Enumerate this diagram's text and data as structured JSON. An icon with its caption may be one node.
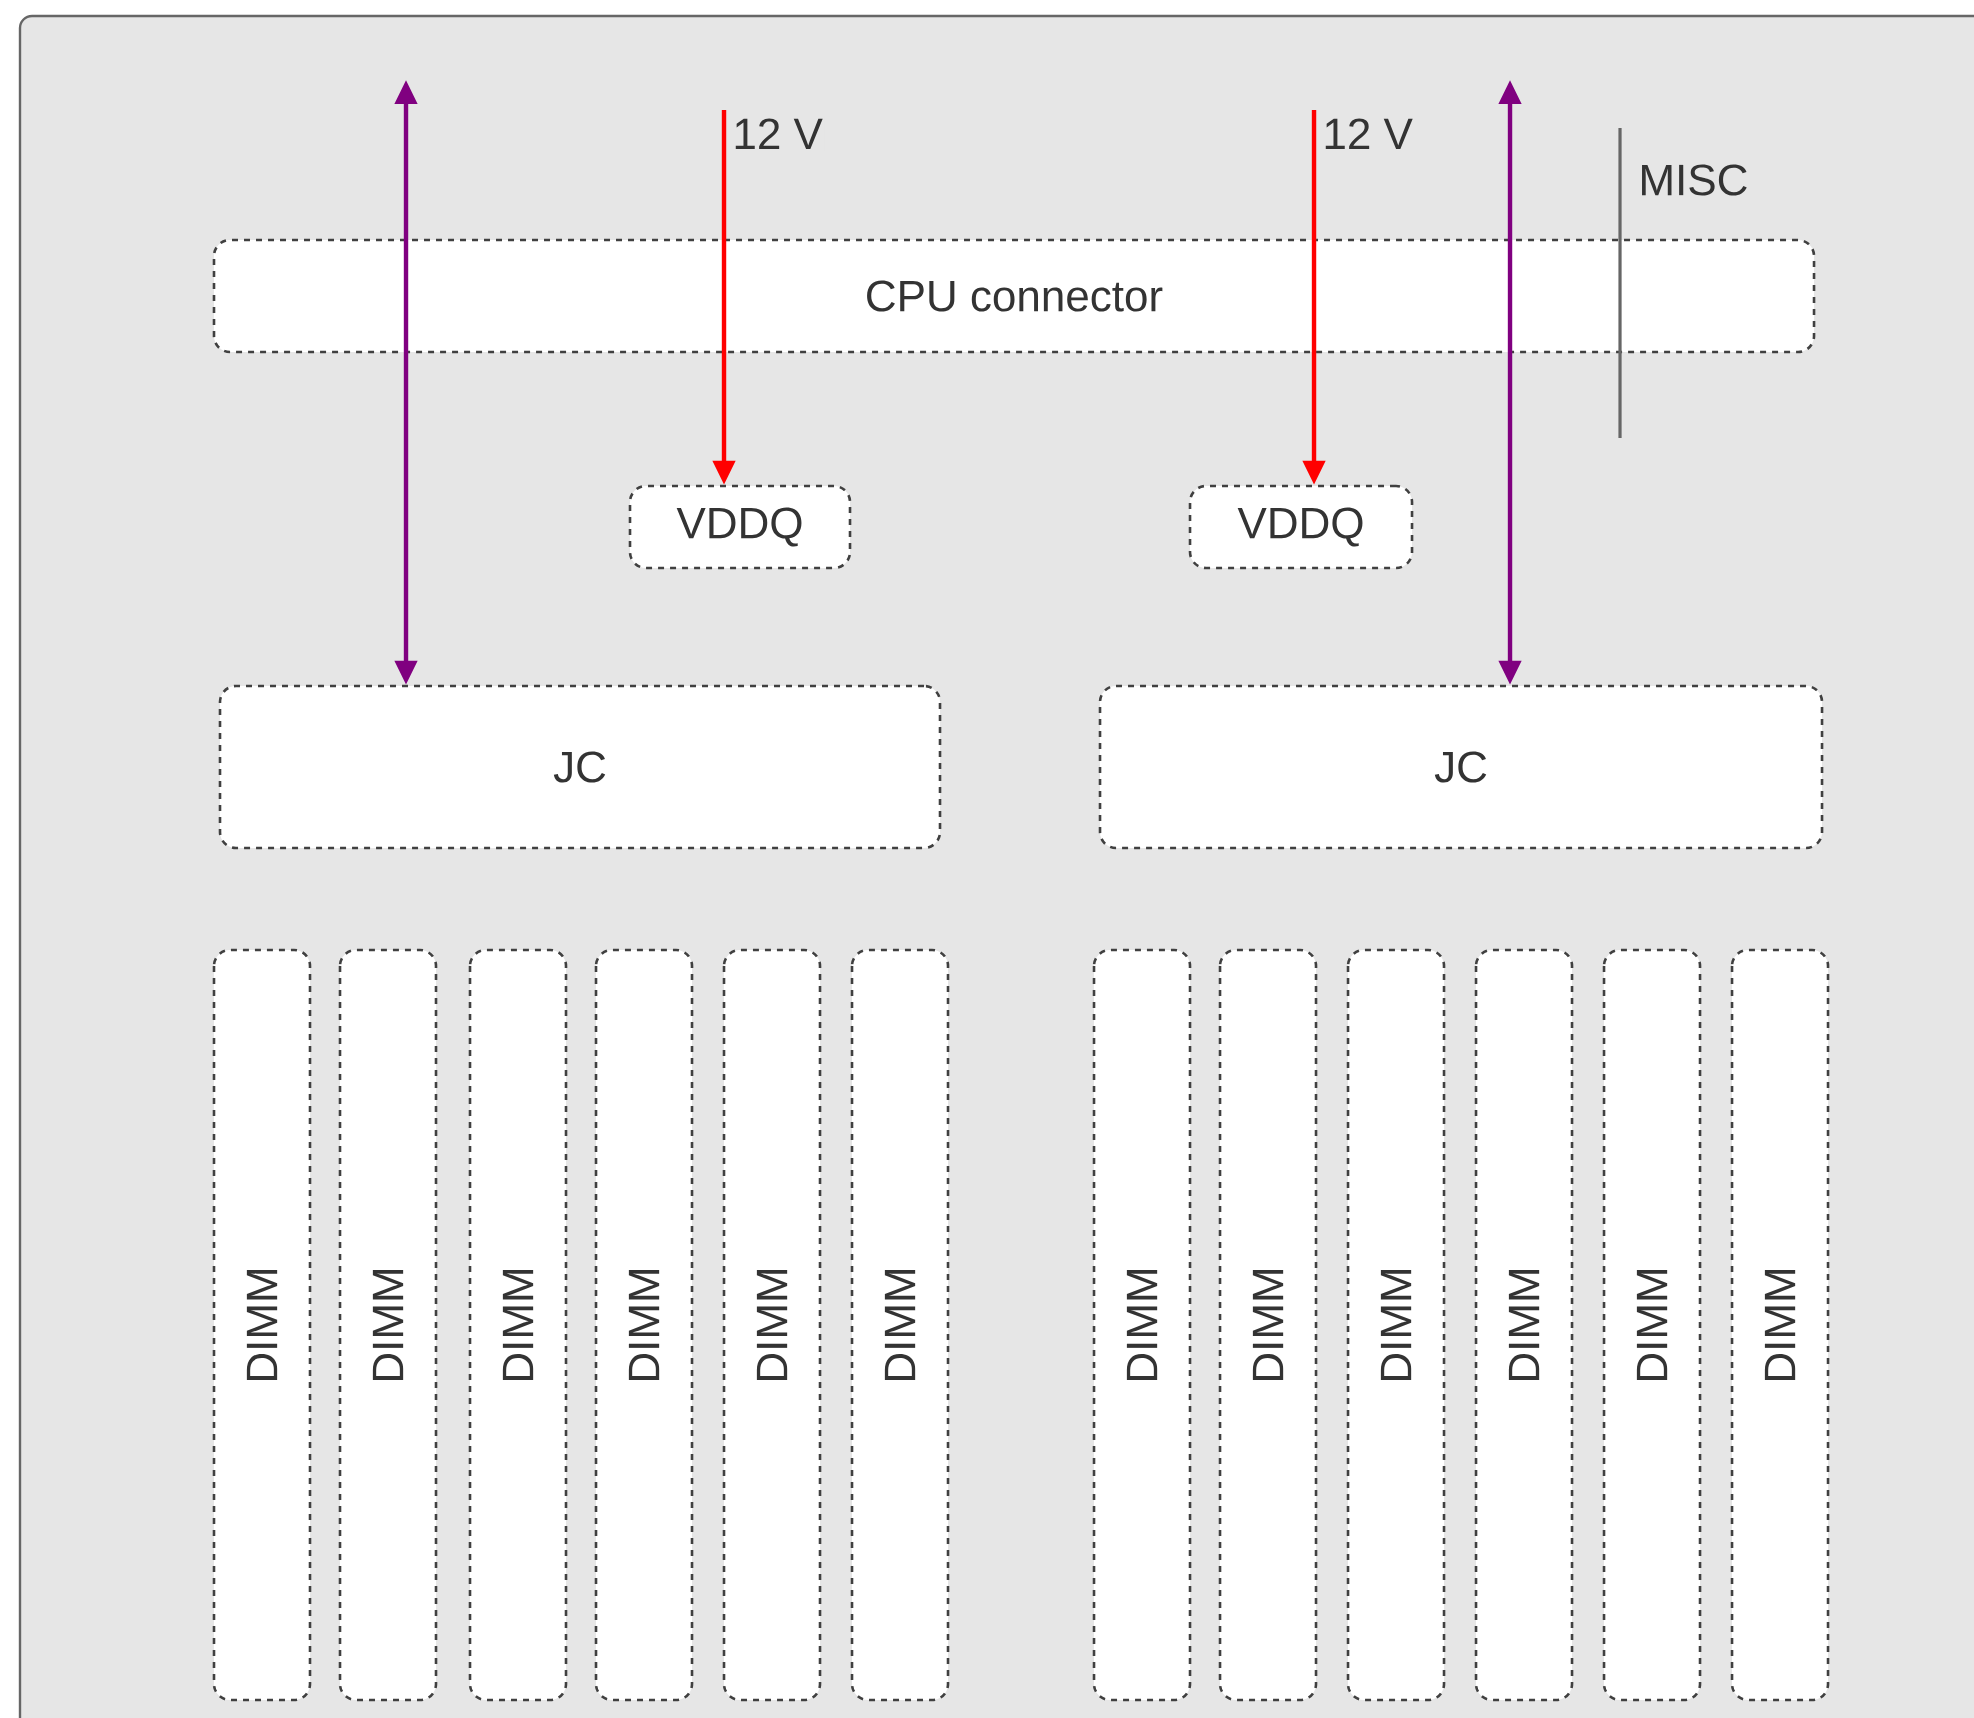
{
  "diagram": {
    "nodes": [
      {
        "text": [
          "CPU connector"
        ]
      },
      {
        "text": [
          "VDDQ"
        ]
      },
      {
        "text": [
          "VDDQ"
        ]
      },
      {
        "text": [
          "JC"
        ]
      },
      {
        "text": [
          "JC"
        ]
      },
      {
        "text": [
          "DIMM"
        ]
      },
      {
        "text": [
          "DIMM"
        ]
      },
      {
        "text": [
          "DIMM"
        ]
      },
      {
        "text": [
          "DIMM"
        ]
      },
      {
        "text": [
          "DIMM"
        ]
      },
      {
        "text": [
          "DIMM"
        ]
      },
      {
        "text": [
          "DIMM"
        ]
      },
      {
        "text": [
          "DIMM"
        ]
      },
      {
        "text": [
          "DIMM"
        ]
      },
      {
        "text": [
          "DIMM"
        ]
      },
      {
        "text": [
          "DIMM"
        ]
      },
      {
        "text": [
          "DIMM"
        ]
      }
    ],
    "edges": [
      {
        "from": null,
        "to": 3,
        "arrow": "both",
        "color": "#800080"
      },
      {
        "from": null,
        "to": 1,
        "arrow": "to",
        "label": "12 V",
        "color": "#ff0000"
      },
      {
        "from": null,
        "to": 2,
        "arrow": "to",
        "label": "12 V",
        "color": "#ff0000"
      },
      {
        "from": null,
        "to": 4,
        "arrow": "both",
        "color": "#800080"
      }
    ],
    "labels": [
      "MISC"
    ]
  }
}
